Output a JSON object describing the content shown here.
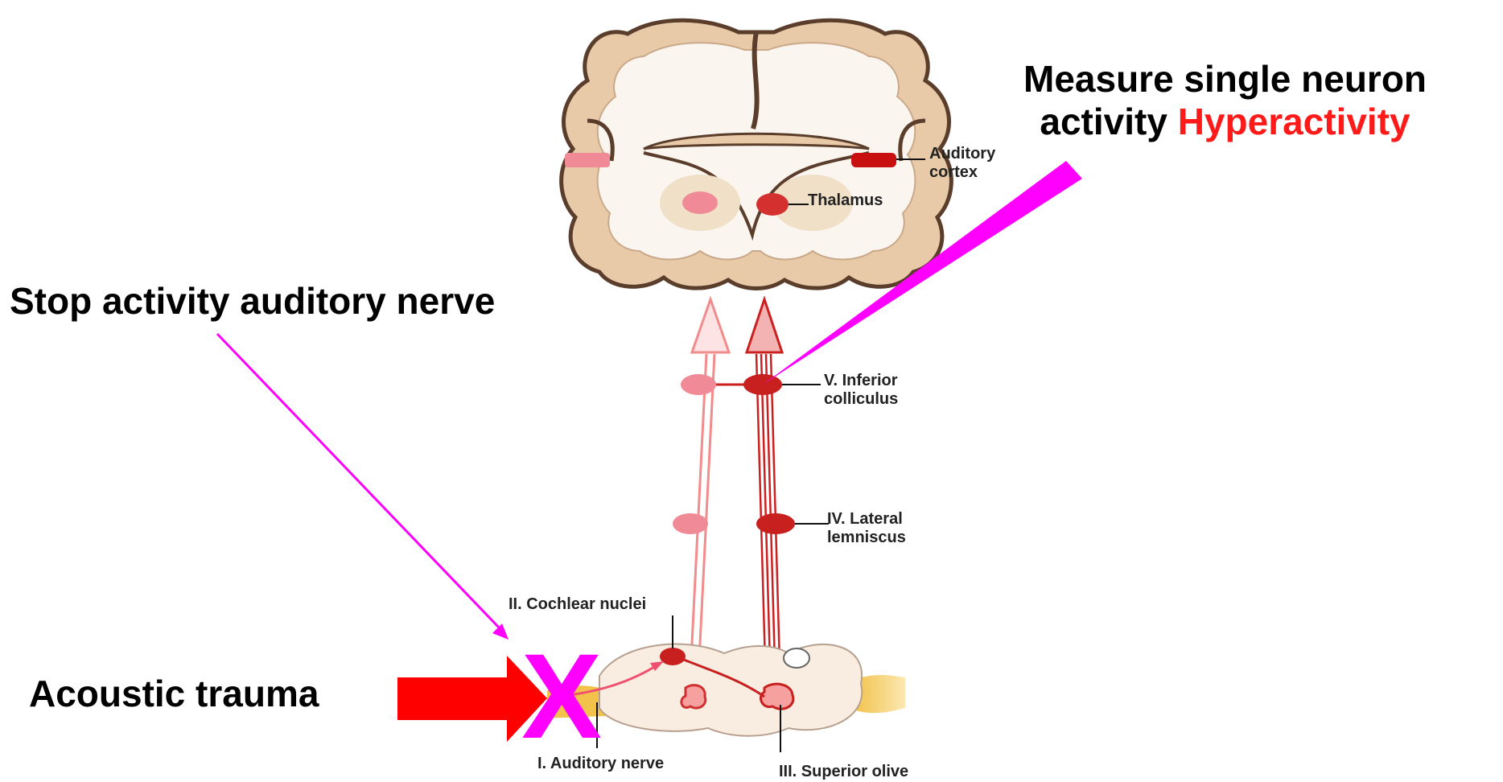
{
  "annotations": {
    "measure_line1": "Measure single neuron",
    "measure_line2_prefix": "activity",
    "measure_highlight": "Hyperactivity",
    "stop": "Stop activity auditory nerve",
    "trauma": "Acoustic trauma",
    "x_mark": "X"
  },
  "labels": {
    "auditory_cortex_1": "Auditory",
    "auditory_cortex_2": "cortex",
    "thalamus": "Thalamus",
    "inferior_1": "V. Inferior",
    "inferior_2": "colliculus",
    "lateral_1": "IV. Lateral",
    "lateral_2": "lemniscus",
    "cochlear": "II. Cochlear nuclei",
    "auditory_nerve": "I. Auditory nerve",
    "superior_olive": "III. Superior olive"
  },
  "colors": {
    "highlight": "#ff1a1a",
    "magenta": "#ff00ff",
    "trauma_arrow": "#ff0000",
    "pathway_dark": "#cc1f1f",
    "pathway_light": "#f28b8b"
  }
}
